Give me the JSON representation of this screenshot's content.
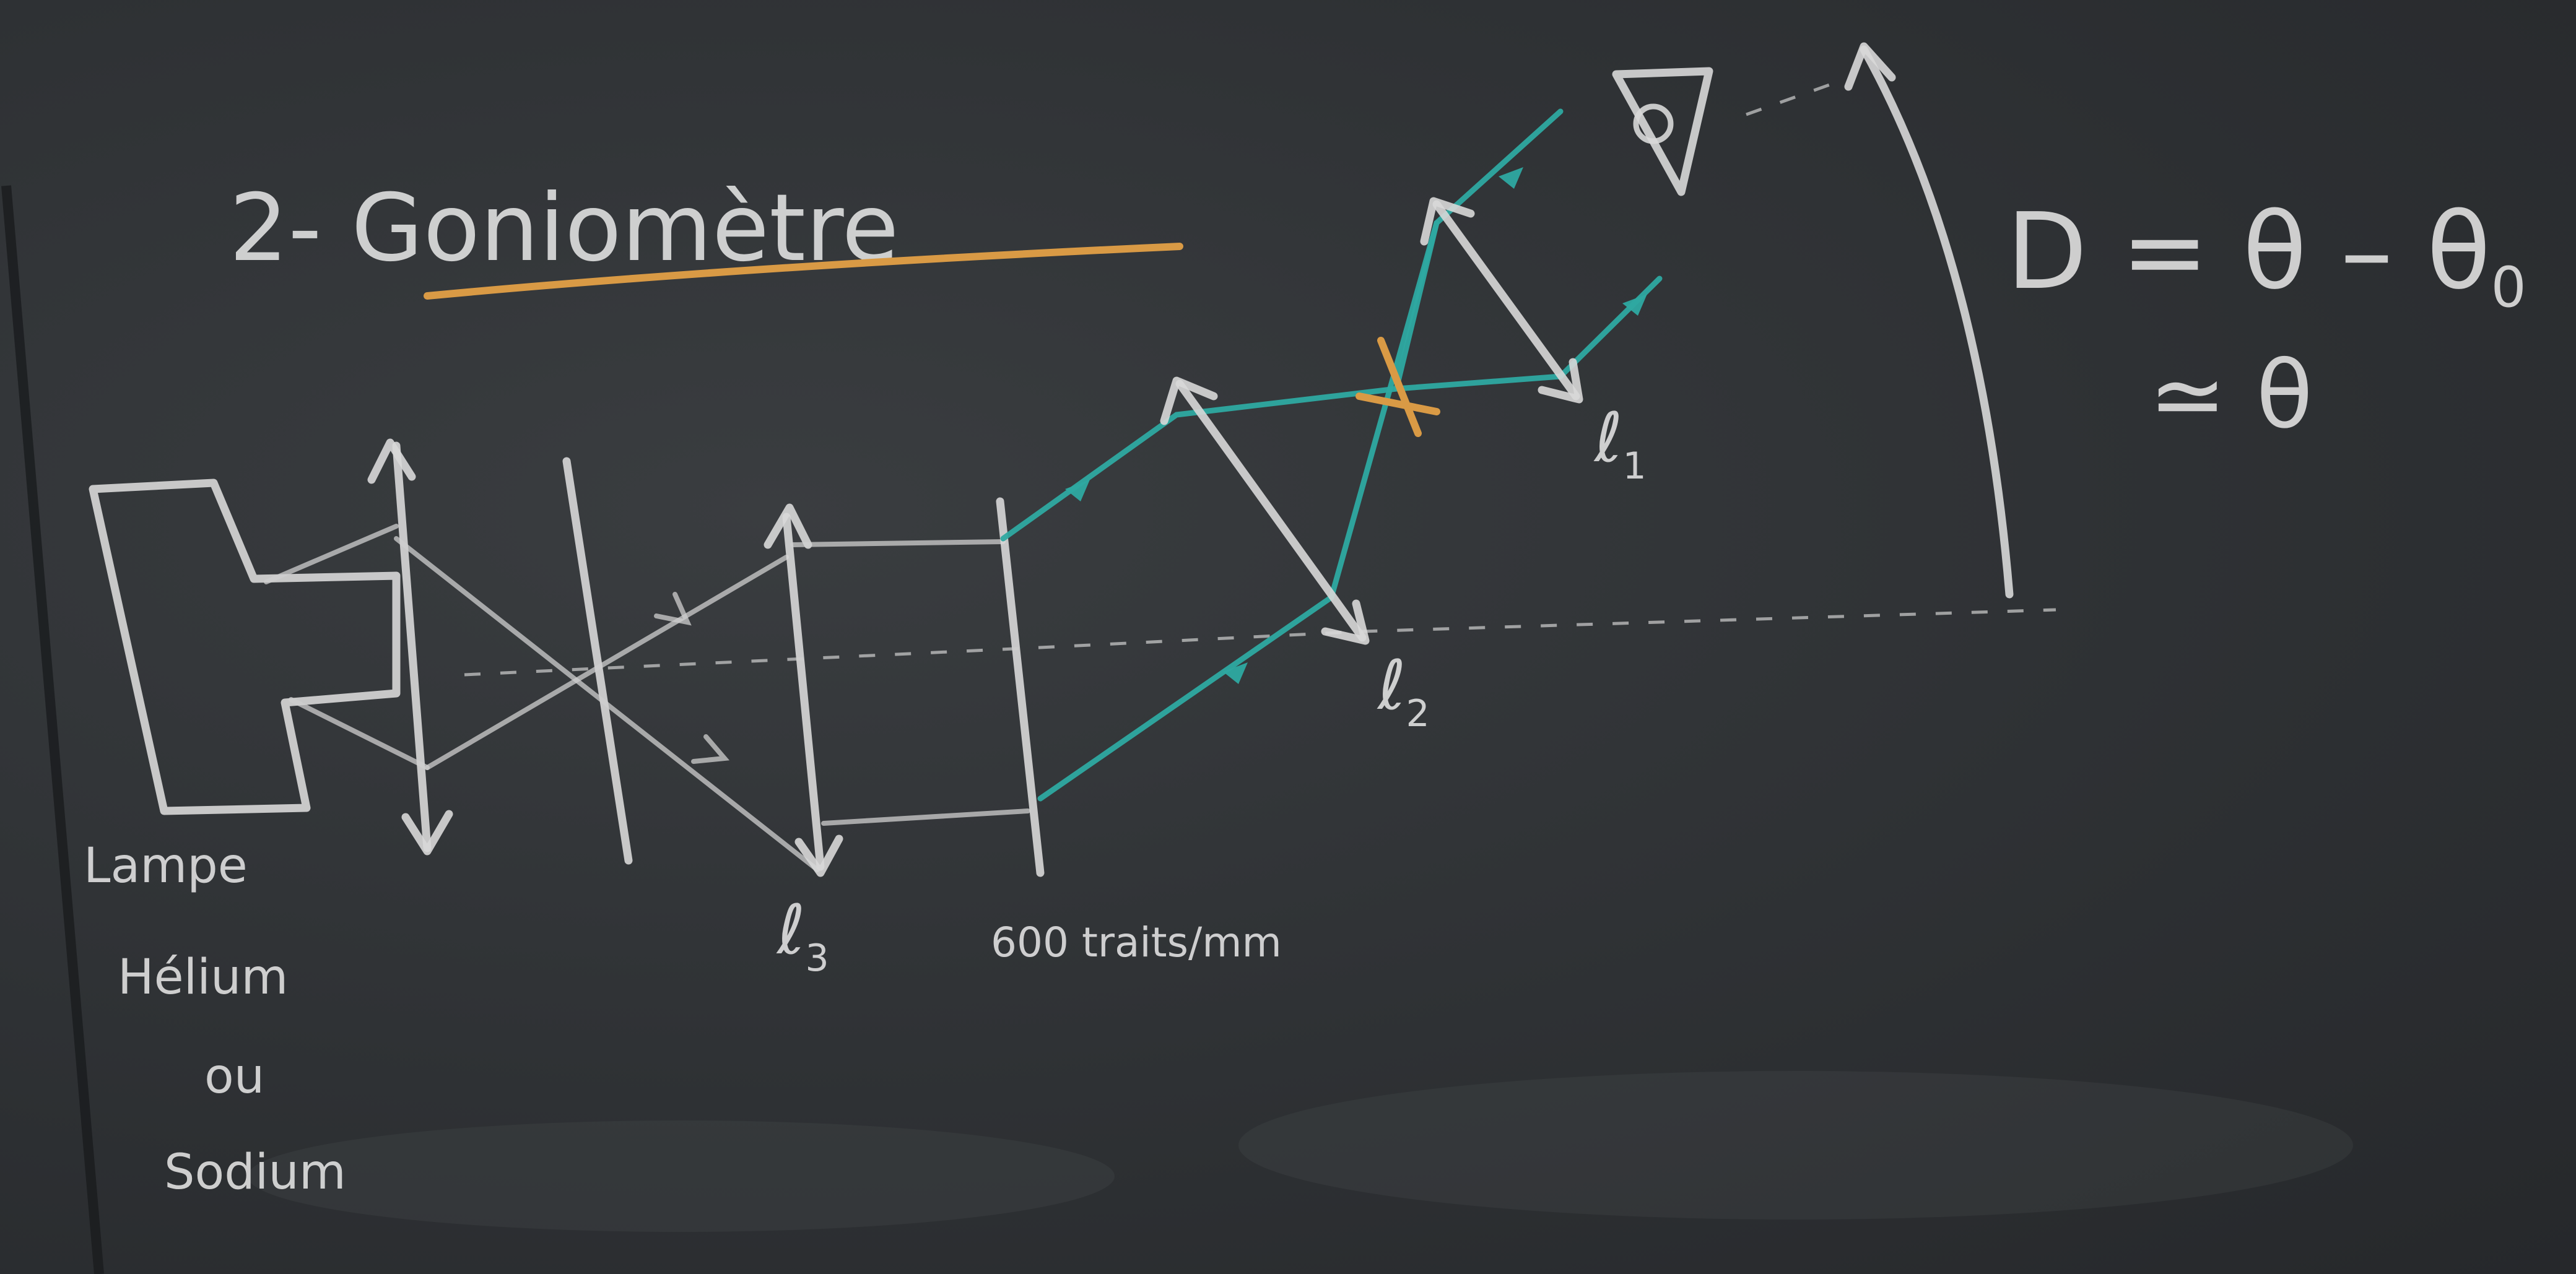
{
  "title": "2- Goniomètre",
  "labels": {
    "lamp_line1": "Lampe",
    "lamp_line2": "Hélium",
    "lamp_line3": "ou",
    "lamp_line4": "Sodium",
    "lens_l3": "ℓ",
    "lens_l3_sub": "3",
    "grating": "600 traits/mm",
    "lens_l2": "ℓ",
    "lens_l2_sub": "2",
    "lens_l1": "ℓ",
    "lens_l1_sub": "1"
  },
  "formula": {
    "line1": "D = θ – θ",
    "line1_sub": "0",
    "line2": "≃ θ"
  },
  "colors": {
    "chalk": "#dcdcdc",
    "ray": "#2ea9a1",
    "accent": "#d99a45",
    "board": "#2b2e31"
  }
}
